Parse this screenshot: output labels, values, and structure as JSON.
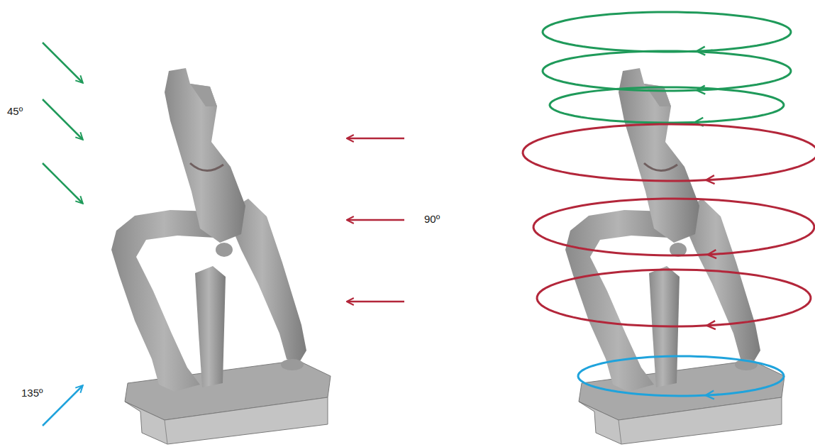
{
  "diagram": {
    "labels": [
      "45º",
      "90º",
      "135º"
    ]
  }
}
